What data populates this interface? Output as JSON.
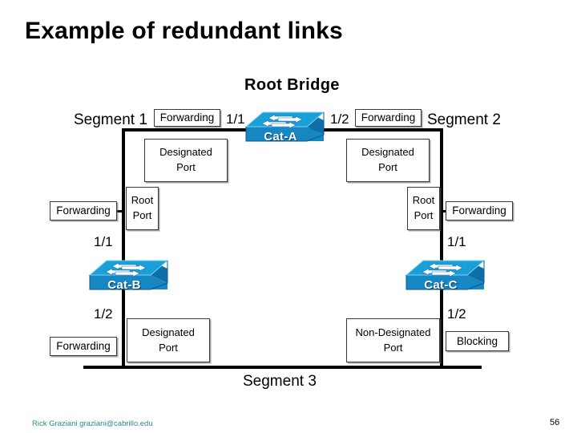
{
  "slide": {
    "title": "Example of redundant links",
    "root_bridge_label": "Root Bridge"
  },
  "segments": {
    "segment1": "Segment 1",
    "segment2": "Segment 2",
    "segment3": "Segment 3"
  },
  "switches": [
    {
      "id": "cat-a",
      "name": "Cat-A"
    },
    {
      "id": "cat-b",
      "name": "Cat-B"
    },
    {
      "id": "cat-c",
      "name": "Cat-C"
    }
  ],
  "ports": {
    "cat_a_left": "1/1",
    "cat_a_right": "1/2",
    "cat_b_top": "1/1",
    "cat_b_bottom": "1/2",
    "cat_c_top": "1/1",
    "cat_c_bottom": "1/2"
  },
  "state_boxes": {
    "forwarding_seg1": "Forwarding",
    "forwarding_seg2": "Forwarding",
    "forwarding_left": "Forwarding",
    "forwarding_right": "Forwarding",
    "forwarding_bottom_left": "Forwarding",
    "blocking": "Blocking"
  },
  "role_boxes": {
    "designated_a_left_line1": "Designated",
    "designated_a_left_line2": "Port",
    "designated_a_right_line1": "Designated",
    "designated_a_right_line2": "Port",
    "root_b_line1": "Root",
    "root_b_line2": "Port",
    "root_c_line1": "Root",
    "root_c_line2": "Port",
    "designated_b_line1": "Designated",
    "designated_b_line2": "Port",
    "nondesignated_c_line1": "Non-Designated",
    "nondesignated_c_line2": "Port"
  },
  "footer": {
    "credit": "Rick Graziani  graziani@cabrillo.edu",
    "page_number": "56"
  },
  "colors": {
    "switch_top": "#1a9fd9",
    "switch_side": "#0d6ea8",
    "switch_front": "#1787c4",
    "footer_text": "#2f8a8a",
    "line": "#000000"
  }
}
